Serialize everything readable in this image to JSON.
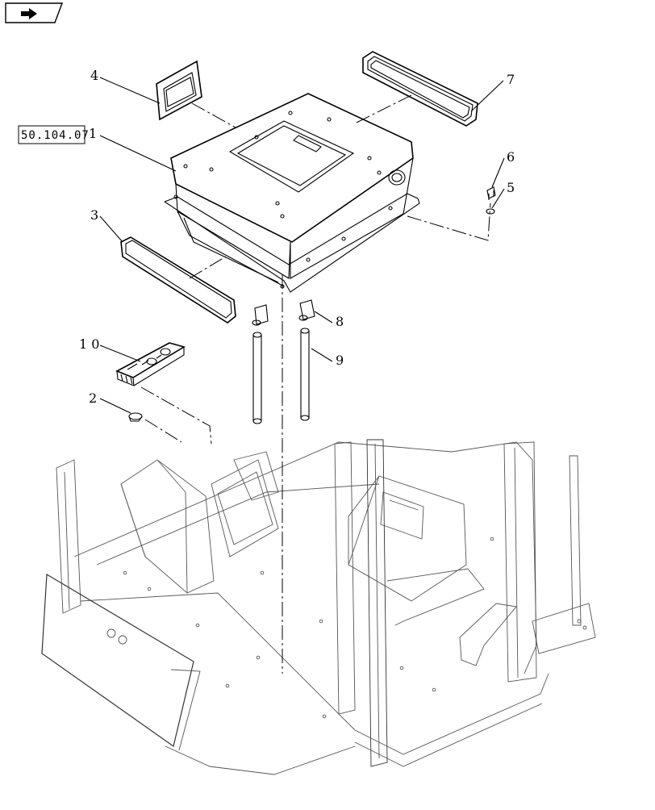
{
  "toolbar": {
    "nav_icon": "forward-arrow-icon"
  },
  "reference": {
    "text": "50.104.07"
  },
  "callouts": [
    {
      "id": "1",
      "label": "1"
    },
    {
      "id": "2",
      "label": "2"
    },
    {
      "id": "3",
      "label": "3"
    },
    {
      "id": "4",
      "label": "4"
    },
    {
      "id": "5",
      "label": "5"
    },
    {
      "id": "6",
      "label": "6"
    },
    {
      "id": "7",
      "label": "7"
    },
    {
      "id": "8",
      "label": "8"
    },
    {
      "id": "9",
      "label": "9"
    },
    {
      "id": "10",
      "label": "1 0"
    }
  ]
}
